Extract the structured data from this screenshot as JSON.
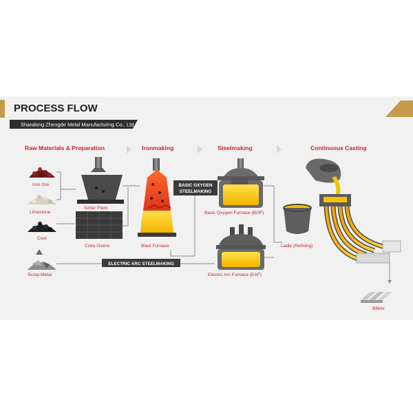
{
  "header": {
    "title": "PROCESS FLOW",
    "company": "Shandong Zhengde Metal Manufacturing Co., Ltd."
  },
  "stages": {
    "raw": "Raw Materials & Preparation",
    "ironmaking": "Ironmaking",
    "steelmaking": "Steelmaking",
    "casting": "Continuous Casting"
  },
  "labels": {
    "iron_ore": "Iron Ore",
    "limestone": "Limestone",
    "coal": "Coal",
    "scrap_metal": "Scrap Metal",
    "sinter_plant": "Sinter Plant",
    "coke_ovens": "Coke Ovens",
    "blast_furnace": "Blast Furnace",
    "bof": "Basic Oxygen Furnace (BOF)",
    "eaf": "Electric Arc Furnace (EAF)",
    "ladle": "Ladle (Refining)",
    "billets": "Billets"
  },
  "routes": {
    "bos_line1": "BASIC OXYGEN",
    "bos_line2": "STEELMAKING",
    "eaf": "ELECTRIC ARC STEELMAKING"
  },
  "colors": {
    "accent_gold": "#c59a4b",
    "label_red": "#c2272d",
    "dark_bar": "#3a3a3a",
    "molten": "#f5c400",
    "hot_red": "#d8361f"
  }
}
